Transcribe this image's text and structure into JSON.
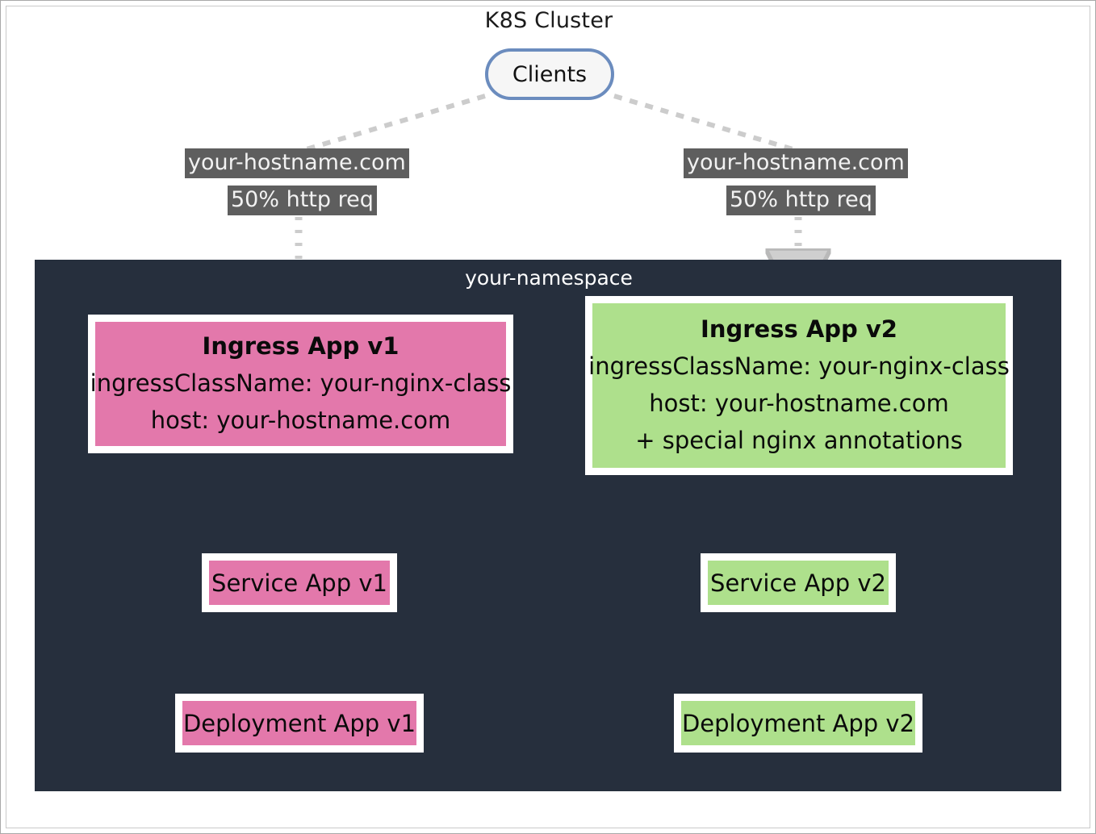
{
  "diagram": {
    "title": "K8S Cluster",
    "namespace_label": "your-namespace",
    "colors": {
      "v1_fill": "#e378ab",
      "v2_fill": "#aee08c",
      "namespace_fill": "#262f3d",
      "clients_border": "#6b8cbe",
      "clients_fill": "#f6f6f6",
      "edge_label_bg": "#5e5e5e",
      "edge_label_text": "#f2f2f2",
      "arrow_color": "#cccccc",
      "node_border": "#ffffff",
      "frame_border": "#a8a8a8"
    }
  },
  "clients": {
    "label": "Clients"
  },
  "edge_labels": {
    "left": {
      "host": "your-hostname.com",
      "percent": "50% http req"
    },
    "right": {
      "host": "your-hostname.com",
      "percent": "50% http req"
    }
  },
  "nodes": {
    "ingress_v1": {
      "title": "Ingress App v1",
      "lines": [
        "ingressClassName: your-nginx-class",
        "host: your-hostname.com"
      ]
    },
    "ingress_v2": {
      "title": "Ingress App v2",
      "lines": [
        "ingressClassName: your-nginx-class",
        "host: your-hostname.com",
        "+ special nginx annotations"
      ]
    },
    "service_v1": {
      "label": "Service App v1"
    },
    "service_v2": {
      "label": "Service App v2"
    },
    "deployment_v1": {
      "label": "Deployment App v1"
    },
    "deployment_v2": {
      "label": "Deployment App v2"
    }
  }
}
